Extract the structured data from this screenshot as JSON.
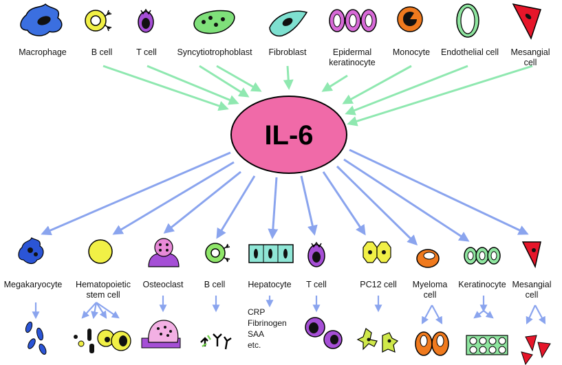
{
  "center": {
    "label": "IL-6",
    "fill": "#f06aa8"
  },
  "colors": {
    "producer_arrow": "#8fe8b0",
    "target_arrow": "#8aa4ee"
  },
  "producers": [
    {
      "label": "Macrophage",
      "icon": "macrophage-blue-blob"
    },
    {
      "label": "B cell",
      "icon": "b-cell-yellow-ring"
    },
    {
      "label": "T cell",
      "icon": "t-cell-purple"
    },
    {
      "label": "Syncytiotrophoblast",
      "icon": "syncytiotrophoblast-green"
    },
    {
      "label": "Fibroblast",
      "icon": "fibroblast-teal-spindle"
    },
    {
      "label": "Epidermal",
      "label2": "keratinocyte",
      "icon": "epidermal-keratinocyte-purple-trio"
    },
    {
      "label": "Monocyte",
      "icon": "monocyte-orange"
    },
    {
      "label": "Endothelial cell",
      "icon": "endothelial-green-vessel"
    },
    {
      "label": "Mesangial",
      "label2": "cell",
      "icon": "mesangial-red-triangle"
    }
  ],
  "targets": [
    {
      "label": "Megakaryocyte",
      "icon": "megakaryocyte-blue"
    },
    {
      "label": "Hematopoietic",
      "label2": "stem cell",
      "icon": "hematopoietic-yellow-circle"
    },
    {
      "label": "Osteoclast",
      "icon": "osteoclast-pink-purple"
    },
    {
      "label": "B cell",
      "icon": "b-cell-green-ring"
    },
    {
      "label": "Hepatocyte",
      "icon": "hepatocyte-teal-row"
    },
    {
      "label": "T cell",
      "icon": "t-cell-purple"
    },
    {
      "label": "PC12 cell",
      "icon": "pc12-yellow-hexagons"
    },
    {
      "label": "Myeloma",
      "label2": "cell",
      "icon": "myeloma-orange"
    },
    {
      "label": "Keratinocyte",
      "icon": "keratinocyte-green-trio"
    },
    {
      "label": "Mesangial",
      "label2": "cell",
      "icon": "mesangial-red-triangle"
    }
  ],
  "hepatocyte_products": [
    "CRP",
    "Fibrinogen",
    "SAA",
    "etc."
  ]
}
